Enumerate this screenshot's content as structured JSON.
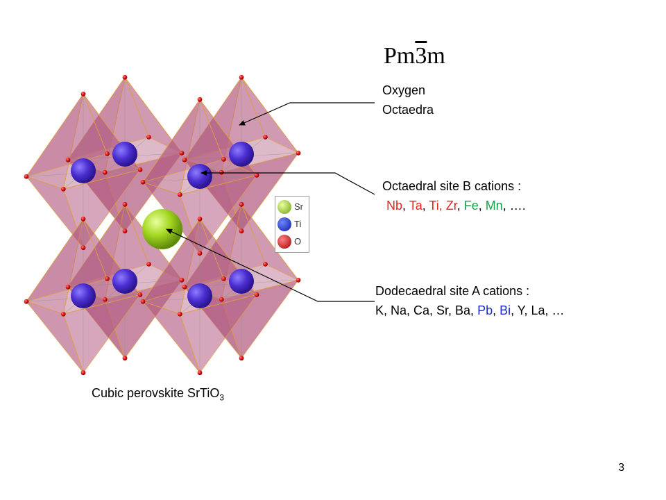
{
  "space_group": {
    "pre": "Pm",
    "over": "3",
    "post": "m"
  },
  "labels": {
    "oxygen_line1": "Oxygen",
    "oxygen_line2": "Octaedra",
    "b_site_title": "Octaedral site B cations :",
    "b_site_elements": [
      {
        "text": "Nb",
        "color": "#e8221c"
      },
      {
        "text": ", ",
        "color": "#000000"
      },
      {
        "text": "Ta",
        "color": "#e8221c"
      },
      {
        "text": ", ",
        "color": "#000000"
      },
      {
        "text": "Ti, Zr",
        "color": "#e8221c"
      },
      {
        "text": ", ",
        "color": "#000000"
      },
      {
        "text": "Fe",
        "color": "#17a04a"
      },
      {
        "text": ", ",
        "color": "#000000"
      },
      {
        "text": "Mn",
        "color": "#17a04a"
      },
      {
        "text": ", ….",
        "color": "#000000"
      }
    ],
    "a_site_title": "Dodecaedral  site A cations :",
    "a_site_elements": [
      {
        "text": "K, Na, Ca, Sr, Ba, ",
        "color": "#000000"
      },
      {
        "text": "Pb",
        "color": "#1c2ecc"
      },
      {
        "text": ", ",
        "color": "#000000"
      },
      {
        "text": "Bi",
        "color": "#1c2ecc"
      },
      {
        "text": ", Y, La, …",
        "color": "#000000"
      }
    ]
  },
  "legend": [
    {
      "symbol": "Sr",
      "color": "#9bd21a"
    },
    {
      "symbol": "Ti",
      "color": "#1430e0"
    },
    {
      "symbol": "O",
      "color": "#e01010"
    }
  ],
  "caption": {
    "text": "Cubic perovskite SrTiO",
    "sub": "3"
  },
  "page_number": "3",
  "colors": {
    "octa_face": "#b0577e",
    "octa_edge": "#e0a040",
    "ti": "#4a2ed0",
    "sr": "#a4d822",
    "o": "#dd1111",
    "pointer": "#000000"
  }
}
